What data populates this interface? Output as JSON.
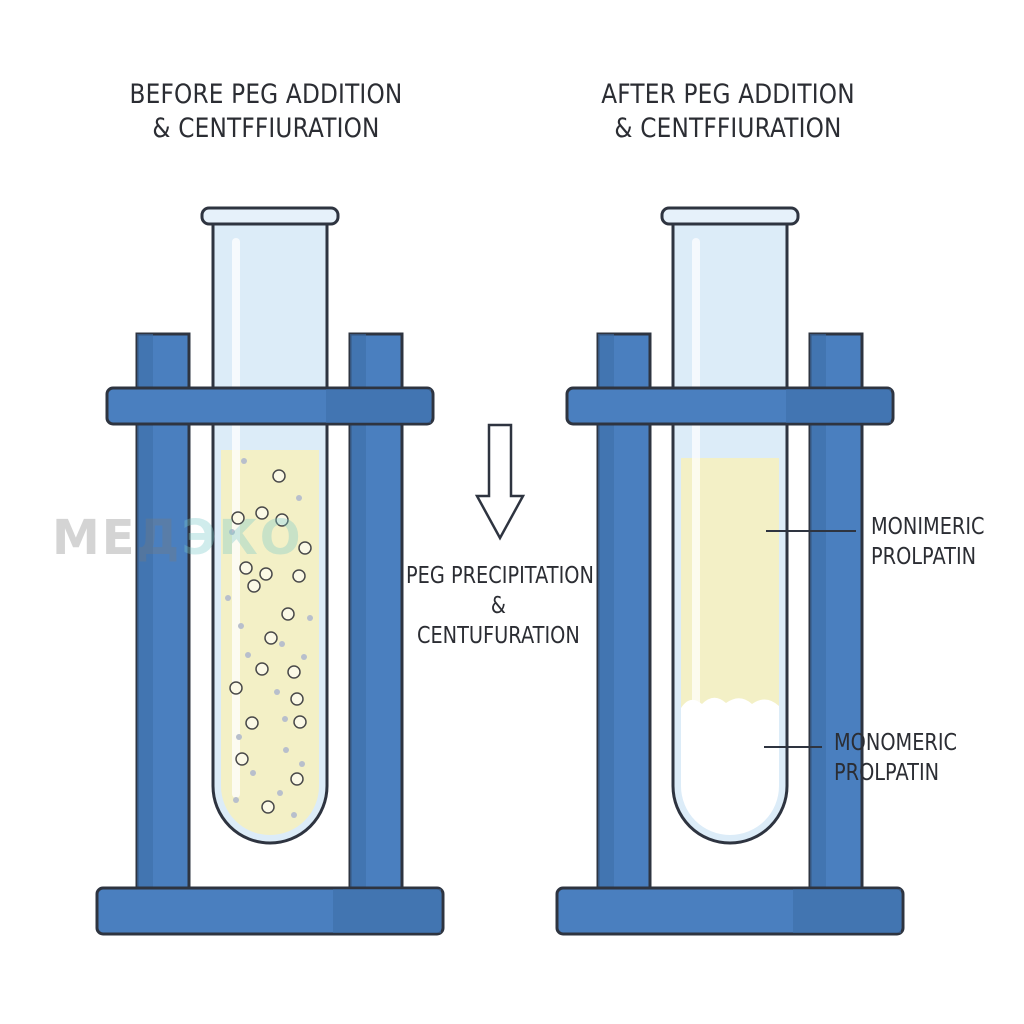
{
  "panels": {
    "before": {
      "title_line1": "BEFORE PEG ADDITION",
      "title_line2": "& CENTFFIURATION"
    },
    "after": {
      "title_line1": "AFTER PEG ADDITION",
      "title_line2": "& CENTFFIURATION"
    }
  },
  "process": {
    "line1": "PEG PRECIPITATION",
    "line2": "&",
    "line3": "CENTUFURATION"
  },
  "annotations": {
    "upper": {
      "line1": "MONIMERIC",
      "line2": "PROLPATIN"
    },
    "lower": {
      "line1": "MONOMERIC",
      "line2": "PROLPATIN"
    }
  },
  "watermark": {
    "text_main": "МЕД",
    "text_accent": "ЭКО"
  },
  "colors": {
    "stand": "#4a7fbf",
    "stand_dark": "#3d6ea8",
    "outline": "#2e3440",
    "tube_glass": "#dcecf8",
    "solution": "#f3f0c6",
    "pellet": "#ffffff"
  }
}
